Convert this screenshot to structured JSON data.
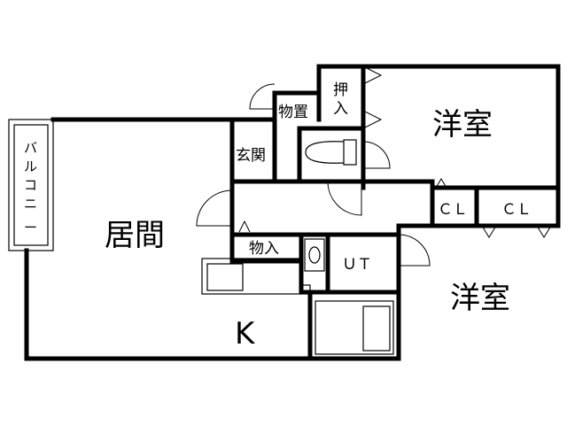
{
  "rooms": {
    "western_room_1": "洋室",
    "western_room_2": "洋室",
    "living": "居間",
    "kitchen": "K",
    "entrance": "玄関",
    "storage": "物置",
    "closet_oshiire": [
      "押",
      "入"
    ],
    "closet_monoire": "物入",
    "utility": "ＵＴ",
    "closet_1": "ＣＬ",
    "closet_2": "ＣＬ",
    "balcony": [
      "バ",
      "ル",
      "コ",
      "ニ",
      "ー"
    ]
  }
}
